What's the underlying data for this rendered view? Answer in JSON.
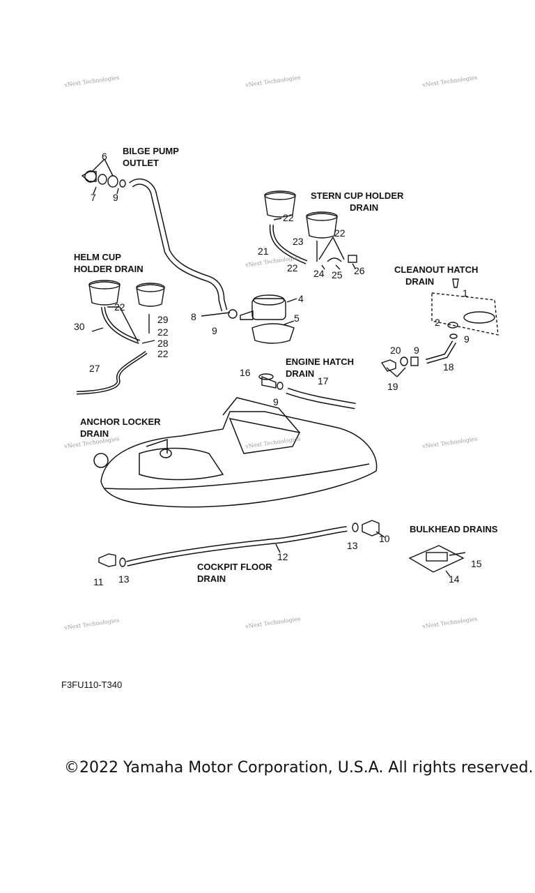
{
  "watermark": "vNext Technologies",
  "section_titles": {
    "bilge_pump_outlet": [
      "BILGE PUMP",
      "OUTLET"
    ],
    "stern_cup_holder": [
      "STERN CUP HOLDER",
      "DRAIN"
    ],
    "helm_cup_holder": [
      "HELM CUP",
      "HOLDER DRAIN"
    ],
    "cleanout_hatch": [
      "CLEANOUT HATCH",
      "DRAIN"
    ],
    "engine_hatch": [
      "ENGINE  HATCH",
      "DRAIN"
    ],
    "anchor_locker": [
      "ANCHOR LOCKER",
      "DRAIN"
    ],
    "bulkhead_drains": [
      "BULKHEAD DRAINS"
    ],
    "cockpit_floor": [
      "COCKPIT FLOOR",
      "DRAIN"
    ]
  },
  "callouts": [
    "6",
    "7",
    "9",
    "22",
    "23",
    "22",
    "21",
    "22",
    "24",
    "25",
    "26",
    "4",
    "5",
    "8",
    "9",
    "1",
    "2",
    "9",
    "22",
    "29",
    "30",
    "22",
    "28",
    "22",
    "27",
    "20",
    "9",
    "19",
    "18",
    "16",
    "9",
    "17",
    "10",
    "13",
    "12",
    "11",
    "13",
    "15",
    "14"
  ],
  "diagram_code": "F3FU110-T340",
  "copyright": "©2022 Yamaha Motor Corporation, U.S.A. All rights reserved."
}
